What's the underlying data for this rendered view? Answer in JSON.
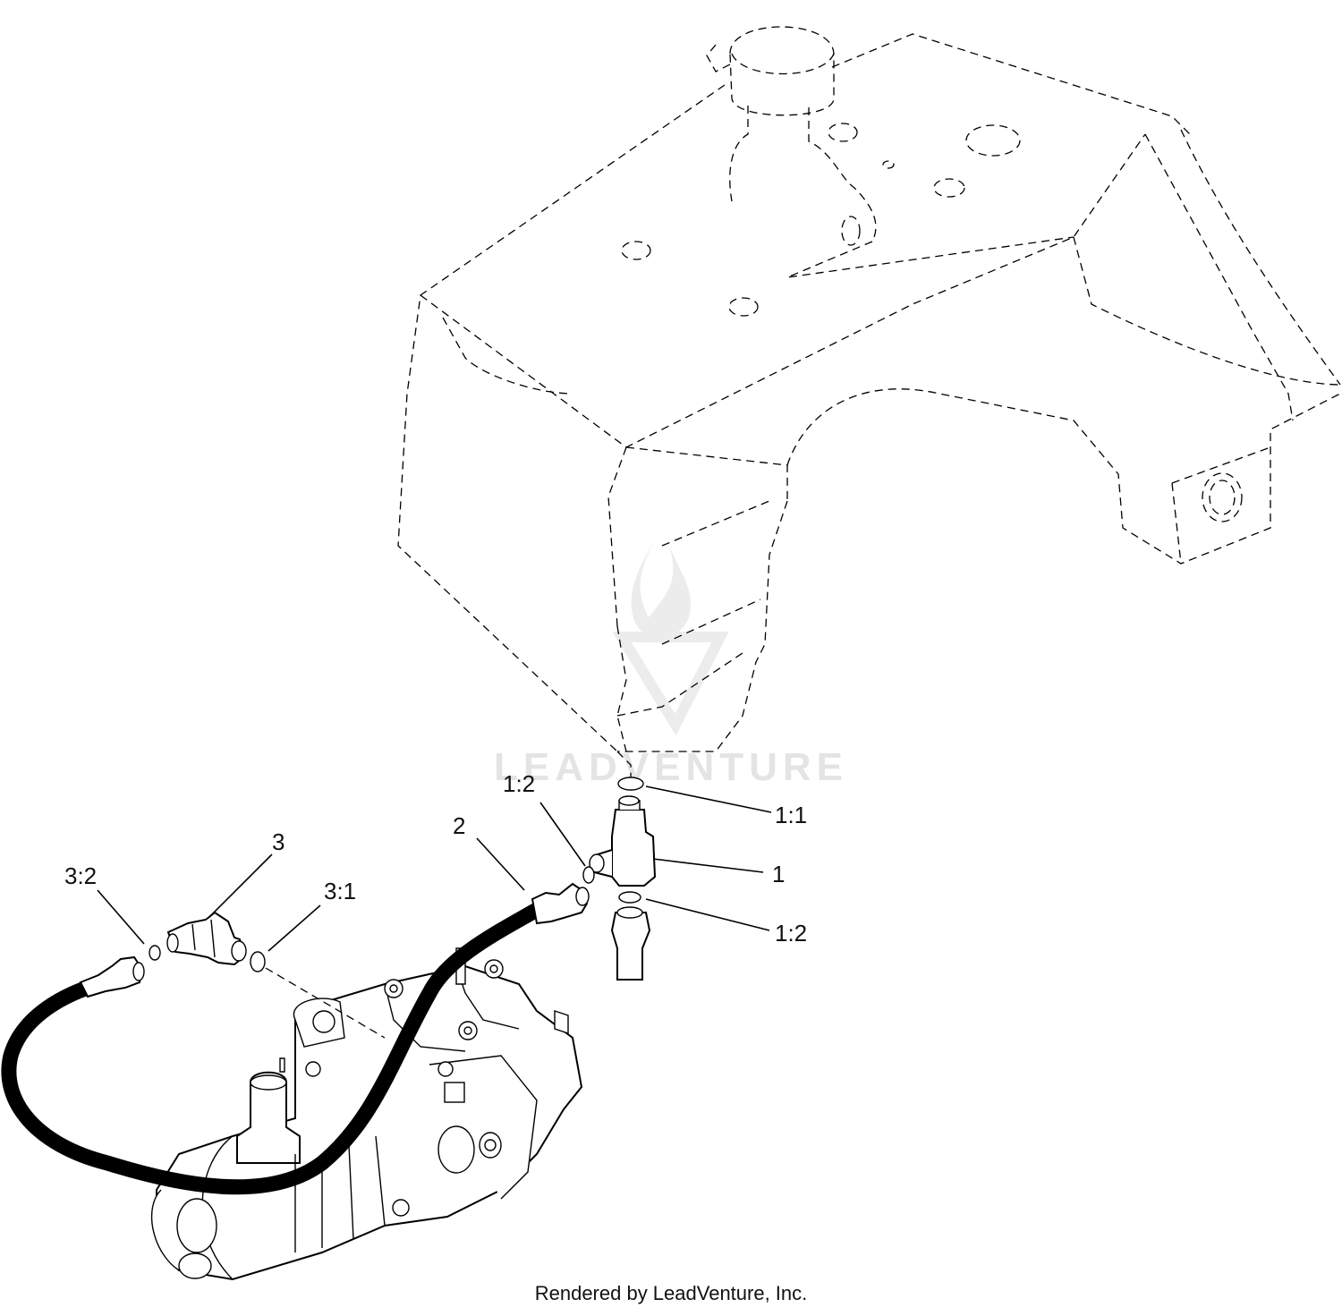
{
  "callouts": [
    {
      "id": "c-1-2-top",
      "text": "1:2"
    },
    {
      "id": "c-2",
      "text": "2"
    },
    {
      "id": "c-3",
      "text": "3"
    },
    {
      "id": "c-3-2",
      "text": "3:2"
    },
    {
      "id": "c-3-1",
      "text": "3:1"
    },
    {
      "id": "c-1-1",
      "text": "1:1"
    },
    {
      "id": "c-1",
      "text": "1"
    },
    {
      "id": "c-1-2-right",
      "text": "1:2"
    }
  ],
  "watermark": {
    "text": "LEADVENTURE",
    "icon": "flame-v-logo-icon"
  },
  "footer": {
    "text": "Rendered by LeadVenture, Inc."
  }
}
